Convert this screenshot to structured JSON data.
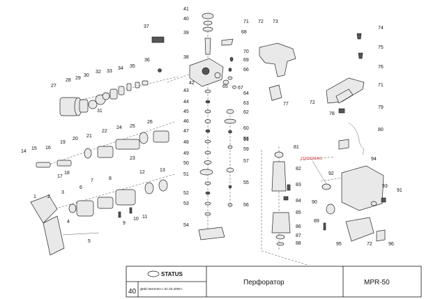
{
  "title_block": {
    "brand": "STATUS",
    "page_number": "40",
    "valid_from": "Действителен с 01.03.2009 г.",
    "product_name": "Перфоратор",
    "model": "MPR-50"
  },
  "red_note": "21203020201",
  "callout_numbers": [
    "1",
    "2",
    "3",
    "4",
    "5",
    "6",
    "7",
    "8",
    "9",
    "10",
    "11",
    "12",
    "13",
    "14",
    "15",
    "16",
    "17",
    "18",
    "19",
    "20",
    "21",
    "22",
    "23",
    "24",
    "25",
    "26",
    "27",
    "28",
    "29",
    "30",
    "31",
    "32",
    "33",
    "34",
    "35",
    "36",
    "37",
    "38",
    "39",
    "40",
    "41",
    "42",
    "43",
    "44",
    "45",
    "46",
    "47",
    "48",
    "49",
    "50",
    "51",
    "52",
    "53",
    "54",
    "55",
    "56",
    "57",
    "58",
    "59",
    "60",
    "61",
    "62",
    "63",
    "64",
    "65",
    "66",
    "67",
    "68",
    "69",
    "70",
    "71",
    "72",
    "73",
    "74",
    "75",
    "76",
    "77",
    "78",
    "79",
    "80",
    "81",
    "82",
    "83",
    "84",
    "85",
    "86",
    "87",
    "88",
    "89",
    "90",
    "91",
    "92",
    "93",
    "94",
    "95",
    "96"
  ],
  "colors": {
    "line": "#222222",
    "accent_red": "#d22222"
  }
}
